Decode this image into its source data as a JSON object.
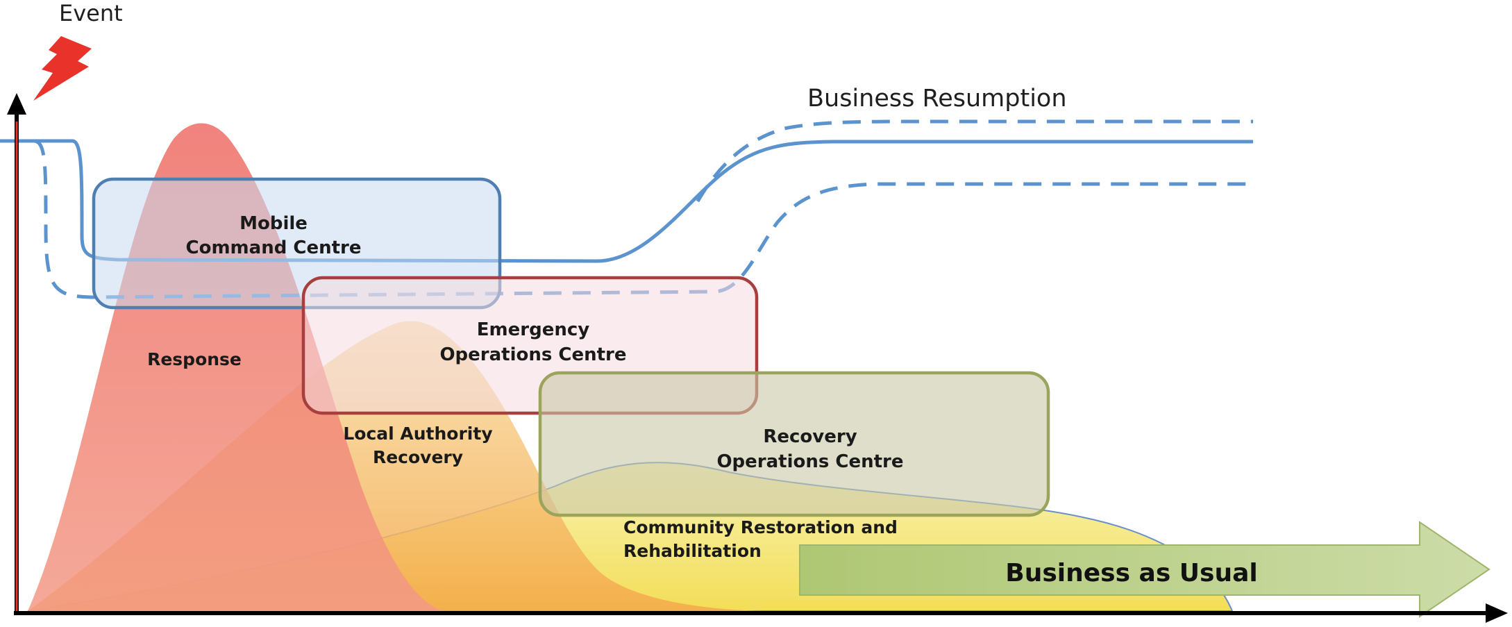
{
  "event_label": "Event",
  "business_resumption_label": "Business Resumption",
  "boxes": {
    "mobile_command": {
      "line1": "Mobile",
      "line2": "Command Centre"
    },
    "emergency_ops": {
      "line1": "Emergency",
      "line2": "Operations Centre"
    },
    "recovery_ops": {
      "line1": "Recovery",
      "line2": "Operations Centre"
    }
  },
  "phases": {
    "response": "Response",
    "local_authority": {
      "line1": "Local Authority",
      "line2": "Recovery"
    },
    "community": {
      "line1": "Community Restoration and",
      "line2": "Rehabilitation"
    }
  },
  "business_as_usual": "Business as Usual",
  "colors": {
    "response_fill": "#ef7b73",
    "local_authority_fill": "#f7c46c",
    "community_fill": "#f6e65a",
    "mobile_box_stroke": "#4f7fb1",
    "emergency_box_stroke": "#a83f3f",
    "recovery_box_stroke": "#9aa45a",
    "resumption_line": "#5b93cf",
    "bau_arrow_fill": "#b9cf84",
    "event_bolt": "#e8322a",
    "axis": "#000000"
  }
}
